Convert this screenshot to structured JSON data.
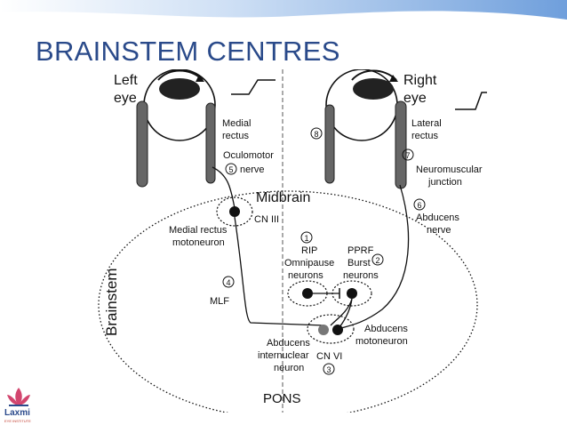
{
  "slide": {
    "title": "BRAINSTEM CENTRES"
  },
  "logo": {
    "name": "Laxmi",
    "subtitle": "EYE INSTITUTE",
    "accent_color": "#2b4a8c",
    "flame_color": "#d2456e"
  },
  "colors": {
    "title": "#2a4a8a",
    "header_gradient_start": "#7aa7e0",
    "header_gradient_end": "#ffffff"
  },
  "diagram": {
    "left_eye": [
      "Left",
      "eye"
    ],
    "right_eye": [
      "Right",
      "eye"
    ],
    "medial_rectus": [
      "Medial",
      "rectus"
    ],
    "lateral_rectus": [
      "Lateral",
      "rectus"
    ],
    "oculomotor_nerve": [
      "Oculomotor",
      "nerve"
    ],
    "num_5": "5",
    "num_8": "8",
    "num_7": "7",
    "num_6": "6",
    "num_1": "1",
    "num_2": "2",
    "num_4": "4",
    "num_3": "3",
    "neuromuscular": [
      "Neuromuscular",
      "junction"
    ],
    "midbrain": "Midbrain",
    "cn3": "CN III",
    "abducens_nerve": [
      "Abducens",
      "nerve"
    ],
    "medial_rectus_motoneuron": [
      "Medial rectus",
      "motoneuron"
    ],
    "rip": [
      "RIP",
      "Omnipause",
      "neurons"
    ],
    "pprf": [
      "PPRF",
      "Burst",
      "neurons"
    ],
    "brainstem": "Brainstem",
    "mlf": "MLF",
    "abducens_motoneuron": [
      "Abducens",
      "motoneuron"
    ],
    "abducens_internuclear": [
      "Abducens",
      "internuclear",
      "neuron"
    ],
    "cn6": "CN VI",
    "pons": "PONS"
  }
}
